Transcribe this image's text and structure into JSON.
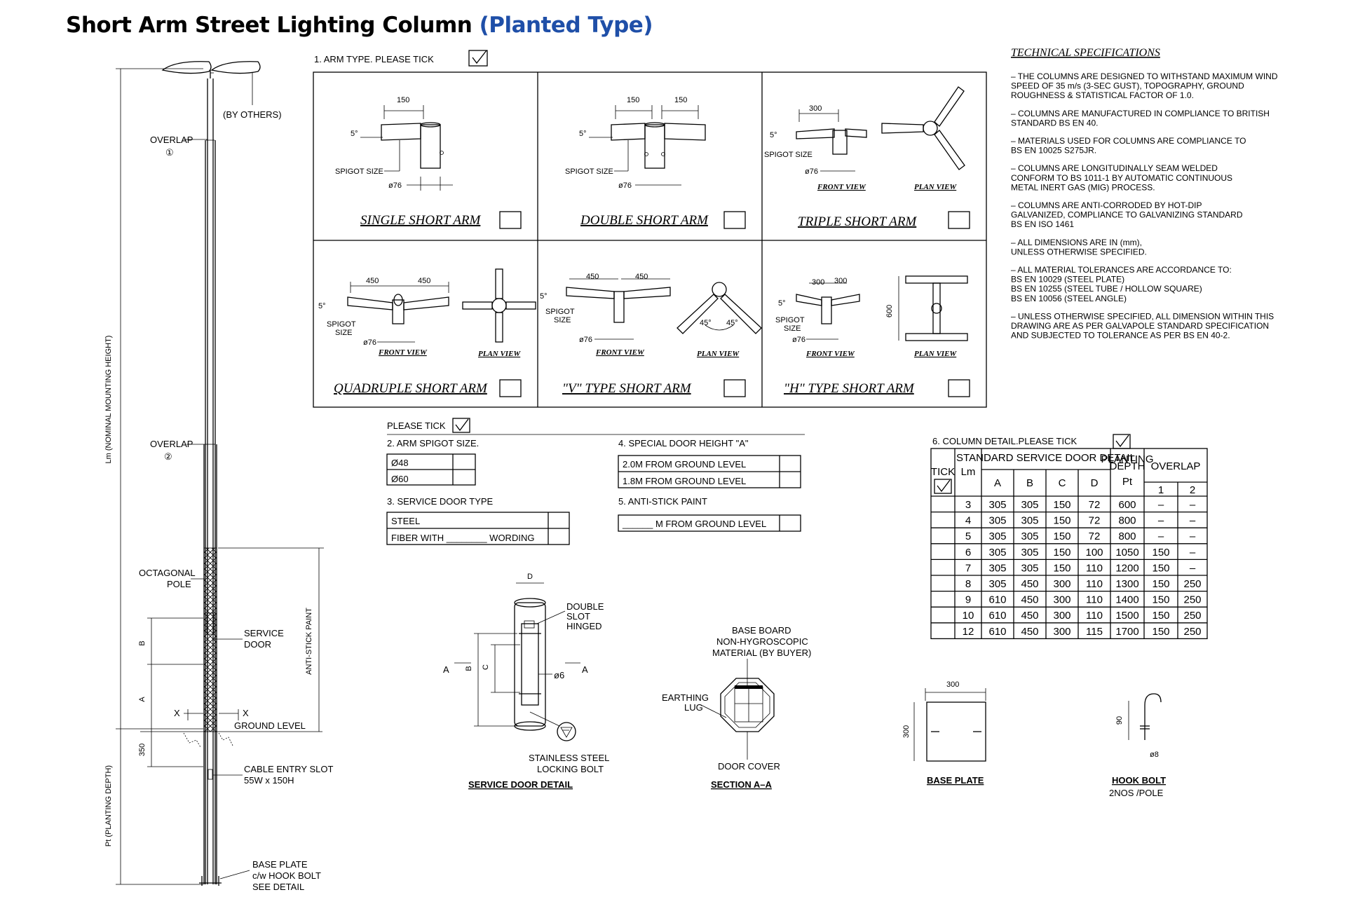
{
  "title": {
    "main": "Short Arm Street Lighting Column",
    "sub": "(Planted Type)"
  },
  "pole": {
    "by_others": "(BY OTHERS)",
    "overlap1": "OVERLAP",
    "overlap1_num": "①",
    "overlap2": "OVERLAP",
    "overlap2_num": "②",
    "lm_label": "Lm (NOMINAL MOUNTING HEIGHT)",
    "octagonal": [
      "OCTAGONAL",
      "POLE"
    ],
    "service_door": [
      "SERVICE",
      "DOOR"
    ],
    "anti_stick": "ANTI-STICK PAINT",
    "b": "B",
    "a": "A",
    "x_left": "X",
    "x_right": "X",
    "ground_level": "GROUND LEVEL",
    "d350": "350",
    "cable_entry": [
      "CABLE ENTRY SLOT",
      "55W x 150H"
    ],
    "pt_label": "Pt (PLANTING DEPTH)",
    "base_plate": [
      "BASE PLATE",
      "c/w HOOK BOLT",
      "SEE DETAIL"
    ]
  },
  "arm_section": {
    "heading": "1. ARM TYPE. PLEASE TICK",
    "front_view": "FRONT VIEW",
    "plan_view": "PLAN VIEW",
    "spigot_size": "SPIGOT SIZE",
    "spigot": "SPIGOT",
    "size": "SIZE",
    "phi76": "ø76",
    "deg5": "5°",
    "deg45": "45°",
    "d150": "150",
    "d300": "300",
    "d450": "450",
    "d600": "600",
    "arms": [
      {
        "label": "SINGLE SHORT ARM"
      },
      {
        "label": "DOUBLE SHORT ARM"
      },
      {
        "label": "TRIPLE SHORT ARM"
      },
      {
        "label": "QUADRUPLE SHORT ARM"
      },
      {
        "label": "\"V\" TYPE SHORT ARM"
      },
      {
        "label": "\"H\" TYPE SHORT ARM"
      }
    ]
  },
  "options": {
    "please_tick": "PLEASE TICK",
    "spigot_heading": "2. ARM SPIGOT SIZE.",
    "spigot_rows": [
      "Ø48",
      "Ø60"
    ],
    "door_type_heading": "3. SERVICE DOOR TYPE",
    "door_type_rows": [
      "STEEL",
      "FIBER WITH ________ WORDING"
    ],
    "door_height_heading": "4. SPECIAL DOOR HEIGHT \"A\"",
    "door_height_rows": [
      "2.0M FROM GROUND LEVEL",
      "1.8M FROM GROUND LEVEL"
    ],
    "anti_stick_heading": "5. ANTI-STICK PAINT",
    "anti_stick_row": "______ M FROM GROUND LEVEL"
  },
  "specs": {
    "heading": "TECHNICAL SPECIFICATIONS",
    "items": [
      [
        "– THE COLUMNS ARE DESIGNED TO WITHSTAND MAXIMUM WIND",
        "  SPEED OF 35 m/s (3-SEC GUST), TOPOGRAPHY, GROUND",
        "  ROUGHNESS & STATISTICAL FACTOR OF 1.0."
      ],
      [
        "– COLUMNS ARE MANUFACTURED IN COMPLIANCE TO BRITISH",
        "  STANDARD BS EN 40."
      ],
      [
        "– MATERIALS USED FOR COLUMNS ARE COMPLIANCE TO",
        "  BS EN 10025 S275JR."
      ],
      [
        "– COLUMNS ARE LONGITUDINALLY SEAM WELDED",
        "  CONFORM TO BS 1011-1 BY AUTOMATIC CONTINUOUS",
        "  METAL INERT GAS (MIG) PROCESS."
      ],
      [
        "– COLUMNS ARE ANTI-CORRODED BY HOT-DIP",
        "  GALVANIZED, COMPLIANCE TO GALVANIZING STANDARD",
        "  BS EN ISO 1461"
      ],
      [
        "– ALL DIMENSIONS ARE IN (mm),",
        "  UNLESS OTHERWISE SPECIFIED."
      ],
      [
        "– ALL MATERIAL TOLERANCES ARE ACCORDANCE TO:",
        "  BS EN 10029 (STEEL PLATE)",
        "  BS EN 10255 (STEEL TUBE / HOLLOW SQUARE)",
        "  BS EN 10056 (STEEL ANGLE)"
      ],
      [
        "– UNLESS OTHERWISE SPECIFIED, ALL DIMENSION WITHIN THIS",
        "  DRAWING ARE AS PER GALVAPOLE STANDARD SPECIFICATION",
        "  AND SUBJECTED TO TOLERANCE AS PER BS EN 40-2."
      ]
    ]
  },
  "column_table": {
    "heading": "6. COLUMN DETAIL.PLEASE TICK",
    "h_tick": "TICK",
    "h_lm": "Lm",
    "h_std": "STANDARD SERVICE DOOR DETAIL",
    "h_planting": [
      "PLANTING",
      "DEPTH"
    ],
    "h_pt": "Pt",
    "h_overlap": "OVERLAP",
    "h_cols": [
      "A",
      "B",
      "C",
      "D"
    ],
    "h_ov": [
      "1",
      "2"
    ],
    "rows": [
      [
        "3",
        "305",
        "305",
        "150",
        "72",
        "600",
        "–",
        "–"
      ],
      [
        "4",
        "305",
        "305",
        "150",
        "72",
        "800",
        "–",
        "–"
      ],
      [
        "5",
        "305",
        "305",
        "150",
        "72",
        "800",
        "–",
        "–"
      ],
      [
        "6",
        "305",
        "305",
        "150",
        "100",
        "1050",
        "150",
        "–"
      ],
      [
        "7",
        "305",
        "305",
        "150",
        "110",
        "1200",
        "150",
        "–"
      ],
      [
        "8",
        "305",
        "450",
        "300",
        "110",
        "1300",
        "150",
        "250"
      ],
      [
        "9",
        "610",
        "450",
        "300",
        "110",
        "1400",
        "150",
        "250"
      ],
      [
        "10",
        "610",
        "450",
        "300",
        "110",
        "1500",
        "150",
        "250"
      ],
      [
        "12",
        "610",
        "450",
        "300",
        "115",
        "1700",
        "150",
        "250"
      ]
    ]
  },
  "details": {
    "door": {
      "d": "D",
      "double_slot": [
        "DOUBLE",
        "SLOT",
        "HINGED"
      ],
      "b": "B",
      "c": "C",
      "a_left": "A",
      "a_right": "A",
      "phi6": "ø6",
      "bolt": [
        "STAINLESS STEEL",
        "LOCKING BOLT"
      ],
      "title": "SERVICE DOOR DETAIL"
    },
    "section": {
      "base_board": [
        "BASE BOARD",
        "NON-HYGROSCOPIC",
        "MATERIAL (BY BUYER)"
      ],
      "earthing": [
        "EARTHING",
        "LUG"
      ],
      "door_cover": "DOOR COVER",
      "title": "SECTION A–A"
    },
    "base_plate": {
      "w": "300",
      "h": "300",
      "title": "BASE PLATE"
    },
    "hook_bolt": {
      "h": "90",
      "phi8": "ø8",
      "title": "HOOK BOLT",
      "sub": "2NOS /POLE"
    }
  }
}
